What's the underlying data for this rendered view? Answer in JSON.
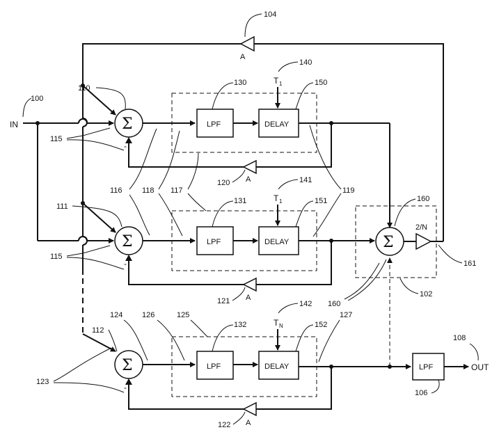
{
  "input_label": "IN",
  "output_label": "OUT",
  "sum_symbol": "Σ",
  "minus_sign": "-",
  "gain_A": "A",
  "gain_2N": "2/N",
  "blocks": {
    "lpf": "LPF",
    "delay": "DELAY"
  },
  "time_labels": {
    "t1_a": "T1",
    "t1_b": "T1",
    "tn": "TN",
    "t_main": "T",
    "sub_1": "1",
    "sub_n": "N"
  },
  "ref_numbers": {
    "r100": "100",
    "r102": "102",
    "r104": "104",
    "r106": "106",
    "r108": "108",
    "r110": "110",
    "r111": "111",
    "r112": "112",
    "r115a": "115",
    "r115b": "115",
    "r116": "116",
    "r117": "117",
    "r118": "118",
    "r119": "119",
    "r120": "120",
    "r121": "121",
    "r122": "122",
    "r123": "123",
    "r124": "124",
    "r125": "125",
    "r126": "126",
    "r127": "127",
    "r130": "130",
    "r131": "131",
    "r132": "132",
    "r140": "140",
    "r141": "141",
    "r142": "142",
    "r150": "150",
    "r151": "151",
    "r152": "152",
    "r160a": "160",
    "r160b": "160",
    "r161": "161"
  }
}
